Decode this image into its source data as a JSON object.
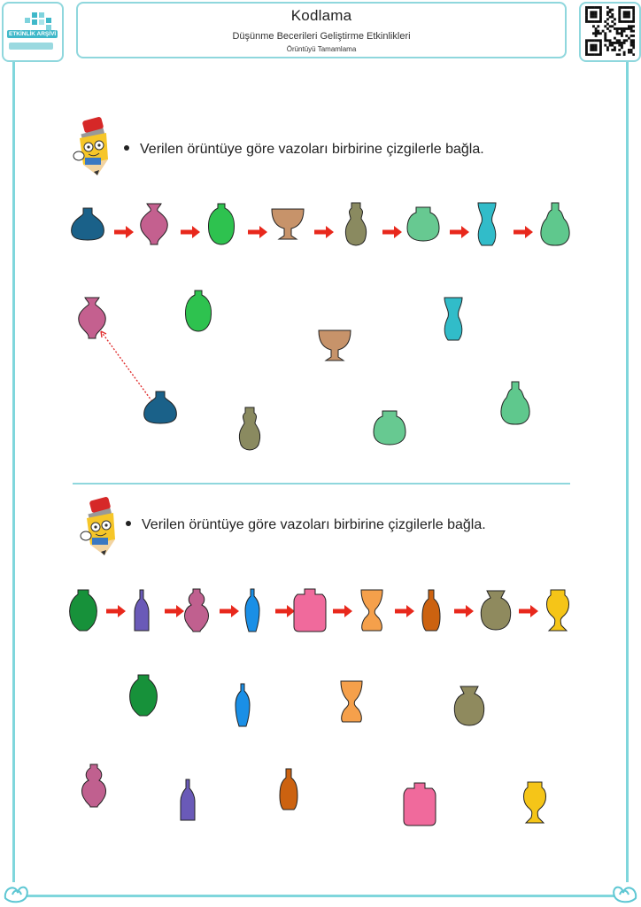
{
  "header": {
    "title": "Kodlama",
    "subtitle": "Düşünme Becerileri Geliştirme Etkinlikleri",
    "subsubtitle": "Örüntüyü Tamamlama",
    "logo_text": "ETKİNLİK ARŞİVİ"
  },
  "section1": {
    "instruction": "Verilen örüntüye göre vazoları birbirine çizgilerle bağla.",
    "sequence": [
      {
        "shape": "round",
        "color": "#1a6189"
      },
      {
        "shape": "pear",
        "color": "#c4608f"
      },
      {
        "shape": "ovalneck",
        "color": "#2ec24f"
      },
      {
        "shape": "goblet",
        "color": "#c7936a"
      },
      {
        "shape": "slim",
        "color": "#8a8a60"
      },
      {
        "shape": "squat",
        "color": "#67c991"
      },
      {
        "shape": "hourglass",
        "color": "#31bcc9"
      },
      {
        "shape": "jug",
        "color": "#5fc88d"
      }
    ],
    "scattered": [
      {
        "shape": "pear",
        "color": "#c4608f"
      },
      {
        "shape": "ovalneck",
        "color": "#2ec24f"
      },
      {
        "shape": "hourglass",
        "color": "#31bcc9"
      },
      {
        "shape": "goblet",
        "color": "#c7936a"
      },
      {
        "shape": "round",
        "color": "#1a6189"
      },
      {
        "shape": "slim",
        "color": "#8a8a60"
      },
      {
        "shape": "squat",
        "color": "#67c991"
      },
      {
        "shape": "jug",
        "color": "#5fc88d"
      }
    ]
  },
  "section2": {
    "instruction": "Verilen örüntüye göre vazoları birbirine çizgilerle bağla.",
    "sequence": [
      {
        "shape": "amphora",
        "color": "#17913a"
      },
      {
        "shape": "bottle",
        "color": "#6a5ab8"
      },
      {
        "shape": "gourd",
        "color": "#c0608f"
      },
      {
        "shape": "tallbottle",
        "color": "#1a8fe6"
      },
      {
        "shape": "box",
        "color": "#f06a9c"
      },
      {
        "shape": "chalice",
        "color": "#f5a04b"
      },
      {
        "shape": "flask",
        "color": "#cc6210"
      },
      {
        "shape": "jar",
        "color": "#8f8a5e"
      },
      {
        "shape": "trophy",
        "color": "#f5c518"
      }
    ],
    "scattered": [
      {
        "shape": "amphora",
        "color": "#17913a"
      },
      {
        "shape": "tallbottle",
        "color": "#1a8fe6"
      },
      {
        "shape": "chalice",
        "color": "#f5a04b"
      },
      {
        "shape": "jar",
        "color": "#8f8a5e"
      },
      {
        "shape": "gourd",
        "color": "#c0608f"
      },
      {
        "shape": "bottle",
        "color": "#6a5ab8"
      },
      {
        "shape": "flask",
        "color": "#cc6210"
      },
      {
        "shape": "box",
        "color": "#f06a9c"
      },
      {
        "shape": "trophy",
        "color": "#f5c518"
      }
    ]
  },
  "colors": {
    "frame": "#8fd7dd",
    "arrow": "#e8281c",
    "dotted_line": "#e03030"
  }
}
